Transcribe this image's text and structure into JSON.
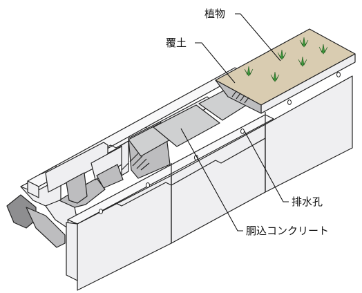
{
  "labels": {
    "plants": "植物",
    "cover_soil": "覆土",
    "drain_hole": "排水孔",
    "fill_concrete": "胴込コンクリート"
  }
}
